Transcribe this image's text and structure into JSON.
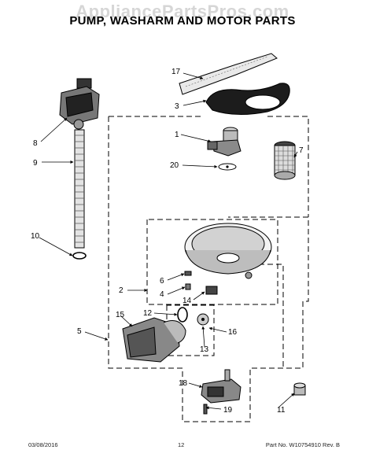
{
  "header": {
    "watermark": "AppliancePartsPros.com",
    "title": "PUMP, WASHARM AND MOTOR PARTS"
  },
  "callouts": {
    "c17": "17",
    "c3": "3",
    "c1": "1",
    "c20": "20",
    "c7": "7",
    "c8": "8",
    "c9": "9",
    "c10": "10",
    "c2": "2",
    "c6": "6",
    "c4": "4",
    "c14": "14",
    "c12": "12",
    "c15": "15",
    "c5": "5",
    "c16": "16",
    "c13": "13",
    "c18": "18",
    "c19": "19",
    "c11": "11"
  },
  "footer": {
    "date": "03/08/2016",
    "page": "12",
    "part_no": "Part No. W10754910  Rev. B"
  }
}
